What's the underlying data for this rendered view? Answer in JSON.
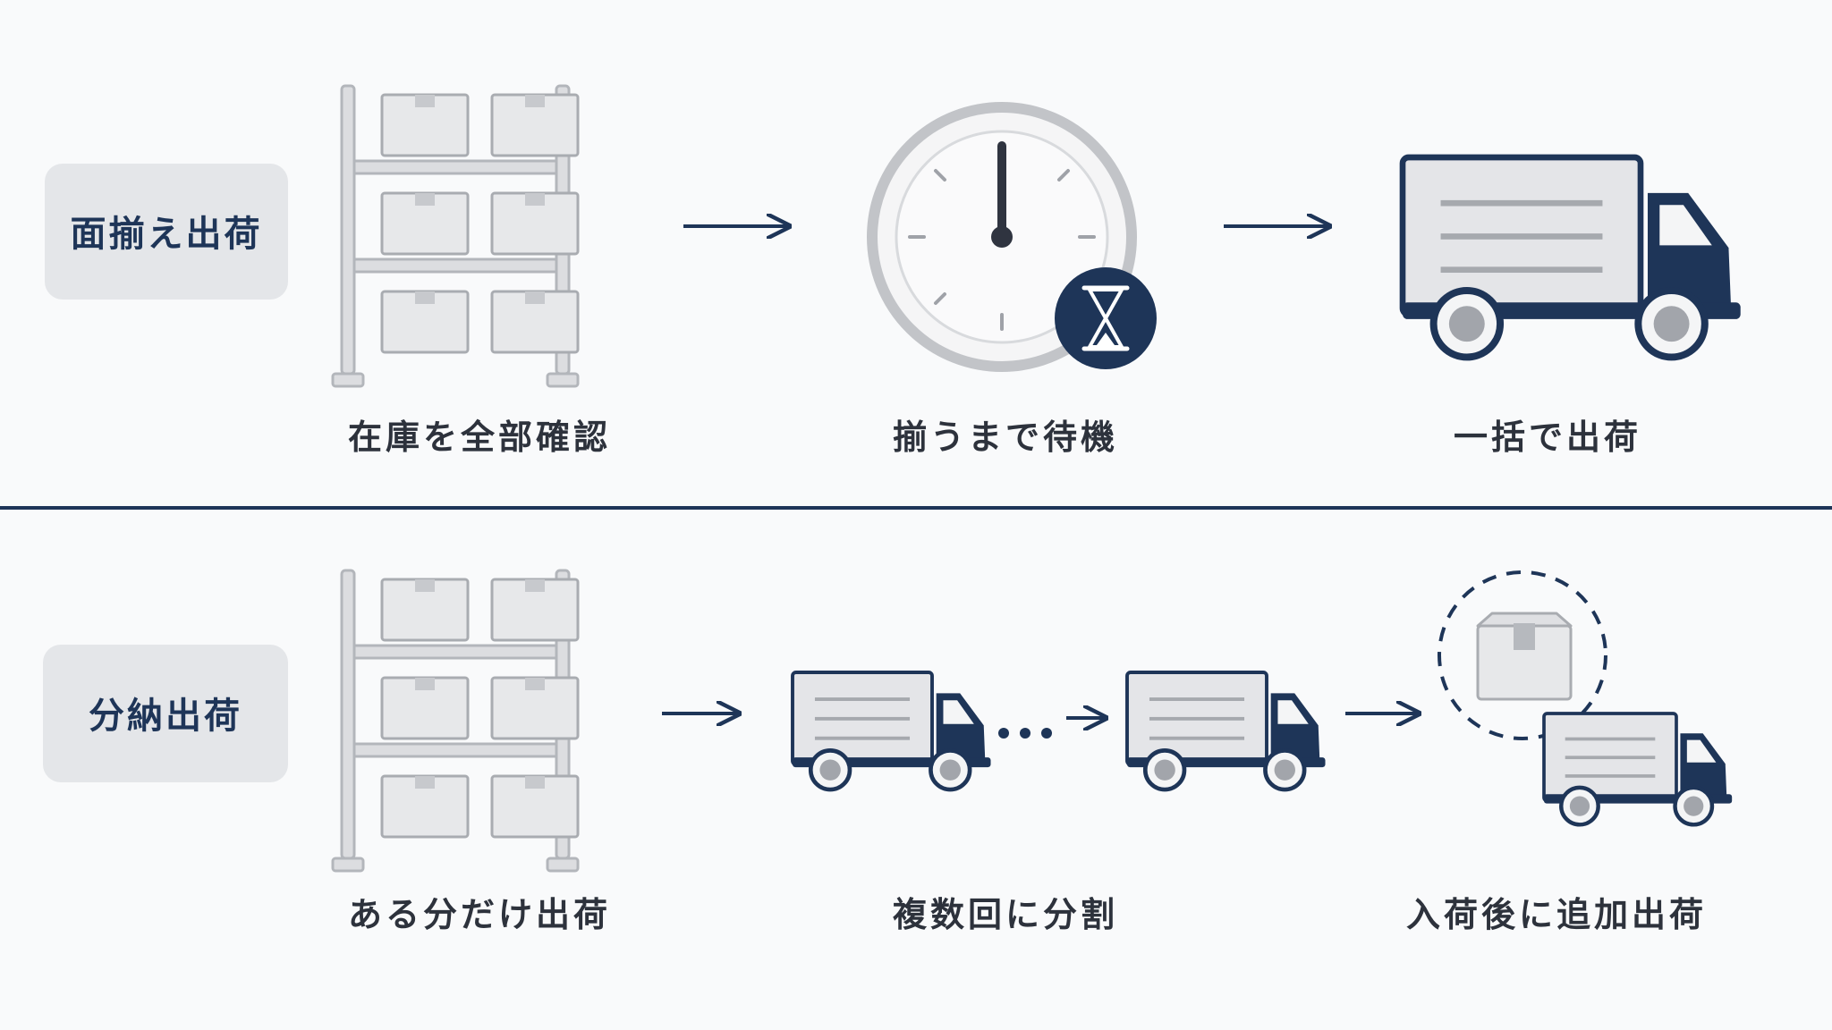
{
  "colors": {
    "navy": "#1e3558",
    "rack_gray": "#b8bbc0",
    "box_fill": "#e7e8ea",
    "box_stroke": "#a9acb1",
    "tag_bg": "#e4e6e9",
    "background": "#f9fafb"
  },
  "top_flow": {
    "tag": "面揃え出荷",
    "steps": [
      {
        "icon": "warehouse-shelf-icon",
        "label": "在庫を全部確認"
      },
      {
        "icon": "clock-hourglass-icon",
        "label": "揃うまで待機"
      },
      {
        "icon": "truck-icon",
        "label": "一括で出荷"
      }
    ]
  },
  "bottom_flow": {
    "tag": "分納出荷",
    "steps": [
      {
        "icon": "warehouse-shelf-icon",
        "label": "ある分だけ出荷"
      },
      {
        "icon": "multiple-trucks-icon",
        "label": "複数回に分割"
      },
      {
        "icon": "package-truck-icon",
        "label": "入荷後に追加出荷"
      }
    ]
  }
}
